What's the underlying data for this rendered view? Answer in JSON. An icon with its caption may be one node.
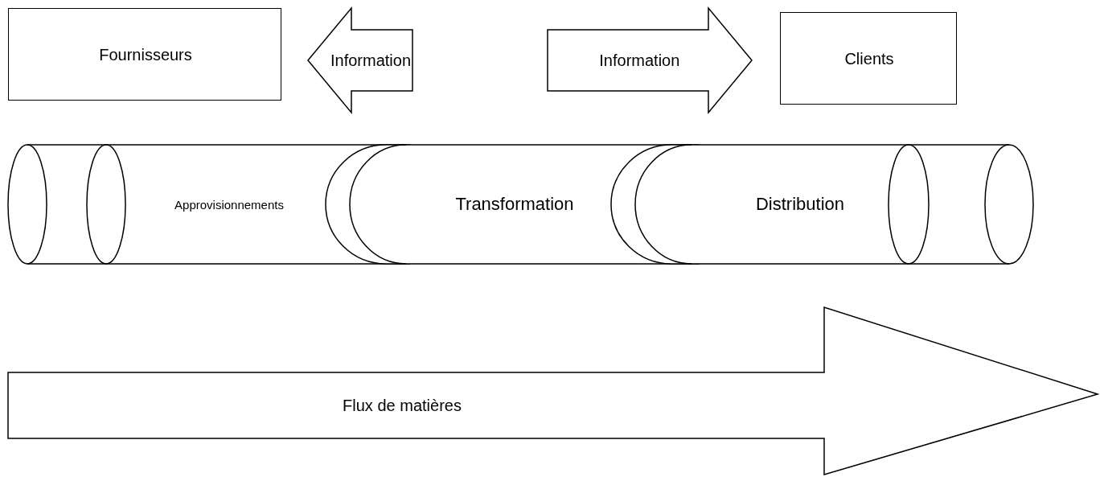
{
  "diagram": {
    "nodes": [
      {
        "text": [
          "Fournisseurs"
        ]
      },
      {
        "text": [
          "Clients"
        ]
      },
      {
        "text": [
          "Approvisionnements"
        ]
      },
      {
        "text": [
          "Transformation"
        ]
      },
      {
        "text": [
          "Distribution"
        ]
      },
      {
        "text": [
          "Flux de matières"
        ]
      }
    ],
    "edges": [
      {
        "from": null,
        "to": 0,
        "arrow": "to",
        "label": "Information"
      },
      {
        "from": null,
        "to": 1,
        "arrow": "to",
        "label": "Information"
      }
    ]
  }
}
